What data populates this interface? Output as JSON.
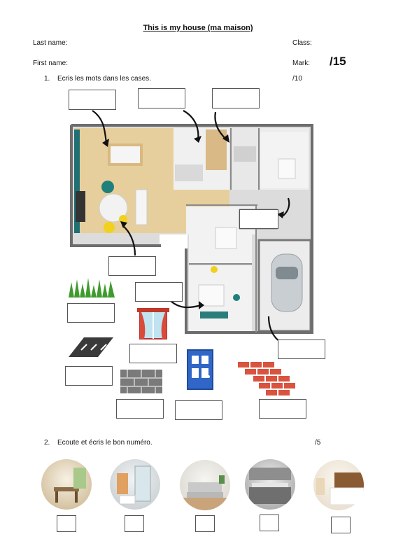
{
  "header": {
    "title": "This is my house (ma maison)",
    "last_name": "Last name:",
    "first_name": "First name:",
    "class_label": "Class:",
    "mark_label": "Mark:",
    "mark_total": "/15"
  },
  "exercise1": {
    "number": "1.",
    "instruction": "Ecris les mots dans les cases.",
    "score": "/10"
  },
  "exercise2": {
    "number": "2.",
    "instruction": "Ecoute et écris le bon numéro.",
    "score": "/5"
  },
  "colors": {
    "floor_wood": "#e6cf9c",
    "wall": "#6d6d6d",
    "tile": "#e8e8e8",
    "teal": "#1f6f73"
  }
}
